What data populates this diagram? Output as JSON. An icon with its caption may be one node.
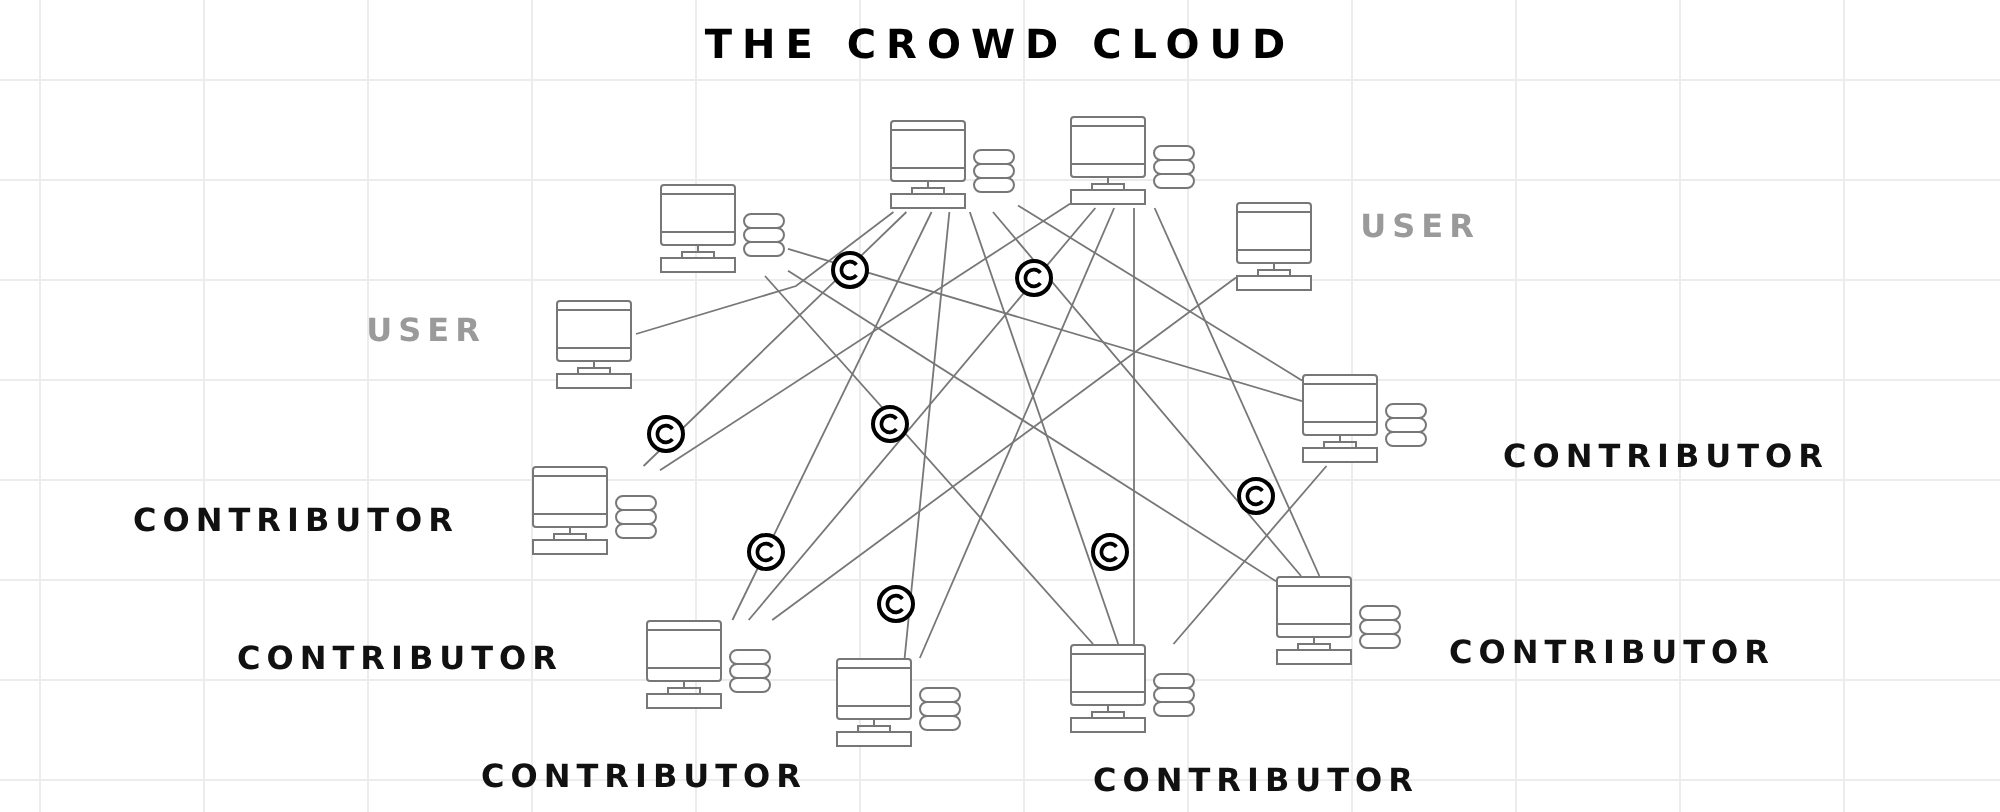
{
  "diagram": {
    "title": "THE CROWD CLOUD",
    "nodes": [
      {
        "text": [],
        "shape": "computer"
      },
      {
        "text": [],
        "shape": "computer"
      },
      {
        "text": [],
        "shape": "computer"
      },
      {
        "text": [],
        "shape": "computer",
        "beside": [
          "USER"
        ]
      },
      {
        "text": [],
        "shape": "computer",
        "beside": [
          "USER"
        ]
      },
      {
        "text": [],
        "shape": "computer",
        "beside": [
          "CONTRIBUTOR"
        ]
      },
      {
        "text": [],
        "shape": "computer",
        "beside": [
          "CONTRIBUTOR"
        ]
      },
      {
        "text": [],
        "shape": "computer",
        "beside": [
          "CONTRIBUTOR"
        ]
      },
      {
        "text": [],
        "shape": "computer",
        "beside": [
          "CONTRIBUTOR"
        ]
      },
      {
        "text": [],
        "shape": "computer",
        "beside": [
          "CONTRIBUTOR"
        ]
      },
      {
        "text": [],
        "shape": "computer",
        "beside": [
          "CONTRIBUTOR"
        ]
      }
    ],
    "edges": [
      {
        "from": 1,
        "to": 4,
        "arrow": "none"
      },
      {
        "from": 1,
        "to": 6,
        "arrow": "none"
      },
      {
        "from": 1,
        "to": 8,
        "arrow": "none"
      },
      {
        "from": 1,
        "to": 9,
        "arrow": "none"
      },
      {
        "from": 1,
        "to": 10,
        "arrow": "none"
      },
      {
        "from": 1,
        "to": 7,
        "arrow": "none"
      },
      {
        "from": 1,
        "to": 5,
        "arrow": "none"
      },
      {
        "from": 2,
        "to": 6,
        "arrow": "none"
      },
      {
        "from": 2,
        "to": 8,
        "arrow": "none"
      },
      {
        "from": 2,
        "to": 9,
        "arrow": "none"
      },
      {
        "from": 2,
        "to": 10,
        "arrow": "none"
      },
      {
        "from": 2,
        "to": 7,
        "arrow": "none"
      },
      {
        "from": 0,
        "to": 5,
        "arrow": "none"
      },
      {
        "from": 0,
        "to": 10,
        "arrow": "none"
      },
      {
        "from": 0,
        "to": 7,
        "arrow": "none"
      },
      {
        "from": 3,
        "to": 8,
        "arrow": "none"
      },
      {
        "from": 5,
        "to": 10,
        "arrow": "none"
      }
    ]
  }
}
